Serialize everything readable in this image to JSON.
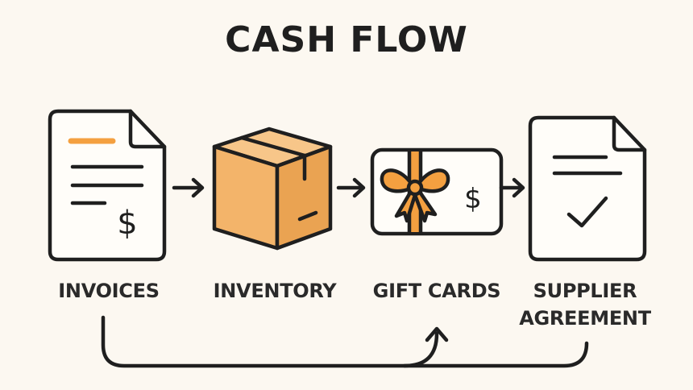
{
  "title": "CASH FLOW",
  "nodes": [
    {
      "label": "INVOICES",
      "icon": "invoice-document-icon"
    },
    {
      "label": "INVENTORY",
      "icon": "cardboard-box-icon"
    },
    {
      "label": "GIFT CARDS",
      "icon": "gift-card-icon"
    },
    {
      "label": "SUPPLIER\nAGREEMENT",
      "icon": "signed-agreement-icon"
    }
  ],
  "symbols": {
    "currency": "$"
  },
  "colors": {
    "accent": "#f4a040",
    "stroke": "#1f1f1f",
    "background": "#fcf8f1",
    "box": "#f3b46a"
  }
}
